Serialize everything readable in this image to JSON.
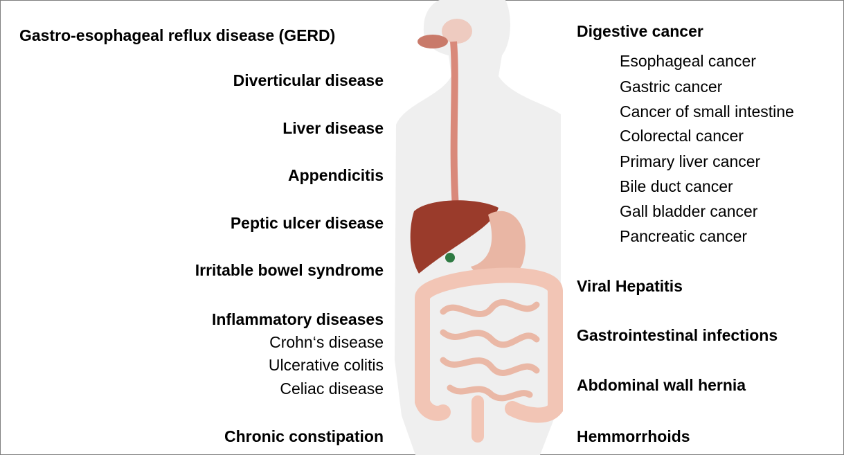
{
  "left_labels": [
    {
      "text": "Gastro-esophageal reflux disease (GERD)"
    },
    {
      "text": "Diverticular disease"
    },
    {
      "text": "Liver disease"
    },
    {
      "text": "Appendicitis"
    },
    {
      "text": "Peptic ulcer disease"
    },
    {
      "text": "Irritable bowel syndrome"
    },
    {
      "text": "Inflammatory diseases"
    },
    {
      "text": "Chronic constipation"
    }
  ],
  "inflammatory_subitems": [
    "Crohn‘s disease",
    "Ulcerative colitis",
    "Celiac disease"
  ],
  "right_labels": [
    {
      "text": "Digestive cancer"
    },
    {
      "text": "Viral Hepatitis"
    },
    {
      "text": "Gastrointestinal infections"
    },
    {
      "text": "Abdominal wall hernia"
    },
    {
      "text": "Hemmorrhoids"
    }
  ],
  "cancer_subitems": [
    "Esophageal cancer",
    "Gastric cancer",
    "Cancer of small intestine",
    "Colorectal cancer",
    "Primary liver cancer",
    "Bile duct cancer",
    "Gall bladder cancer",
    "Pancreatic cancer"
  ],
  "colors": {
    "skin": "#efefef",
    "liver": "#9a3b2b",
    "stomach": "#e9b6a4",
    "intestine": "#f2c5b5",
    "esophagus": "#d9897a"
  }
}
